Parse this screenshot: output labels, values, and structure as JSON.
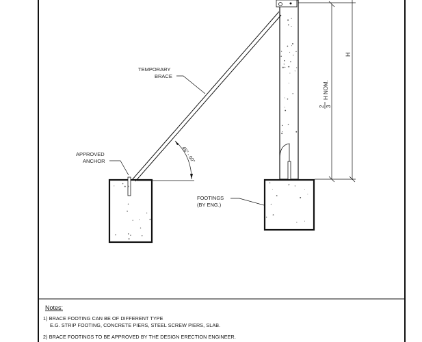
{
  "labels": {
    "temporary_brace_1": "TEMPORARY",
    "temporary_brace_2": "BRACE",
    "approved_anchor_1": "APPROVED",
    "approved_anchor_2": "ANCHOR",
    "angle": "45° - 60°",
    "footings_1": "FOOTINGS",
    "footings_2": "(BY ENG.)",
    "dim_h": "H",
    "dim_two_thirds_num": "2",
    "dim_two_thirds_den": "3",
    "dim_two_thirds_text": "H NOM."
  },
  "notes": {
    "heading": "Notes:",
    "note1_line1": "1) BRACE FOOTING CAN BE OF DIFFERENT TYPE",
    "note1_line2": "E.G. STRIP FOOTING, CONCRETE PIERS, STEEL SCREW PIERS, SLAB.",
    "note2": "2) BRACE FOOTINGS TO BE APPROVED BY THE DESIGN ERECTION ENGINEER."
  },
  "colors": {
    "line": "#111111",
    "concrete_speckle": "#555555"
  }
}
